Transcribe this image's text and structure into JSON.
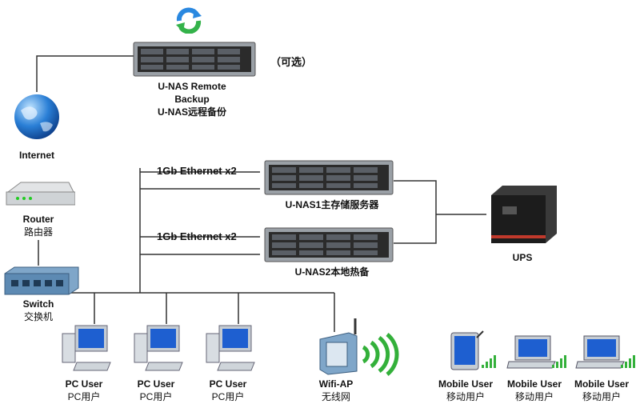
{
  "remote_backup": {
    "name_line1": "U-NAS Remote",
    "name_line2": "Backup",
    "name_zh": "U-NAS远程备份",
    "optional": "（可选）"
  },
  "internet": {
    "label": "Internet"
  },
  "router": {
    "label": "Router",
    "label_zh": "路由器"
  },
  "switch": {
    "label": "Switch",
    "label_zh": "交换机"
  },
  "nas1": {
    "label": "U-NAS1主存储服务器",
    "link": "1Gb Ethernet x2"
  },
  "nas2": {
    "label": "U-NAS2本地热备",
    "link": "1Gb Ethernet x2"
  },
  "ups": {
    "label": "UPS"
  },
  "pc_users": [
    {
      "label": "PC User",
      "label_zh": "PC用户"
    },
    {
      "label": "PC User",
      "label_zh": "PC用户"
    },
    {
      "label": "PC User",
      "label_zh": "PC用户"
    }
  ],
  "wifi": {
    "label": "Wifi-AP",
    "label_zh": "无线网"
  },
  "mobile_users": [
    {
      "label": "Mobile User",
      "label_zh": "移动用户"
    },
    {
      "label": "Mobile User",
      "label_zh": "移动用户"
    },
    {
      "label": "Mobile User",
      "label_zh": "移动用户"
    }
  ],
  "colors": {
    "wire": "#333333",
    "server_dark": "#2b2b2b",
    "server_light": "#9aa0a6",
    "globe": "#2a7fd6",
    "ups": "#1c1c1c",
    "ups_accent": "#c0392b",
    "wifi_wave": "#33b03a"
  }
}
